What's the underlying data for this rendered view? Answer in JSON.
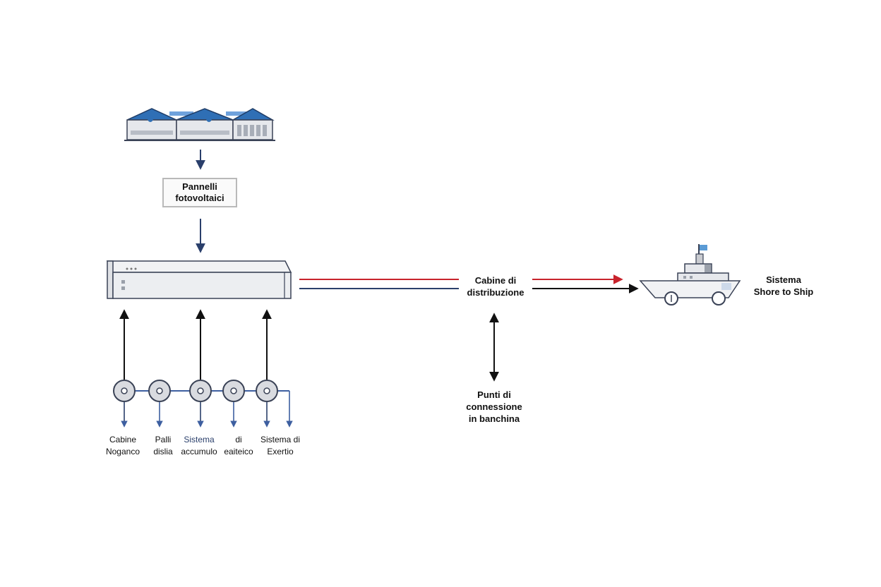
{
  "pv": {
    "line1": "Pannelli",
    "line2": "fotovoltaici"
  },
  "cabine_distribuzione": {
    "line1": "Cabine di",
    "line2": "distribuzione"
  },
  "punti": {
    "line1": "Punti di",
    "line2": "connessione",
    "line3": "in banchina"
  },
  "shore": {
    "line1": "Sistema",
    "line2": "Shore to Ship"
  },
  "bottom_labels": [
    {
      "line1": "Cabine",
      "line2": "Noganco"
    },
    {
      "line1": "Palli",
      "line2": "dislia"
    },
    {
      "line1": "Sistema",
      "line2": "accumulo"
    },
    {
      "line1": "di",
      "line2": "eaiteico"
    },
    {
      "line1": "Sistema di",
      "line2": "Exertio"
    }
  ],
  "colors": {
    "navy": "#2a3f6b",
    "red": "#c8232c",
    "black": "#111111",
    "gray": "#c9cbd0",
    "roof": "#2f6fb5"
  },
  "icons": [
    "warehouse-icon",
    "transformer-cabinet-icon",
    "ship-icon",
    "connection-node-icon"
  ]
}
